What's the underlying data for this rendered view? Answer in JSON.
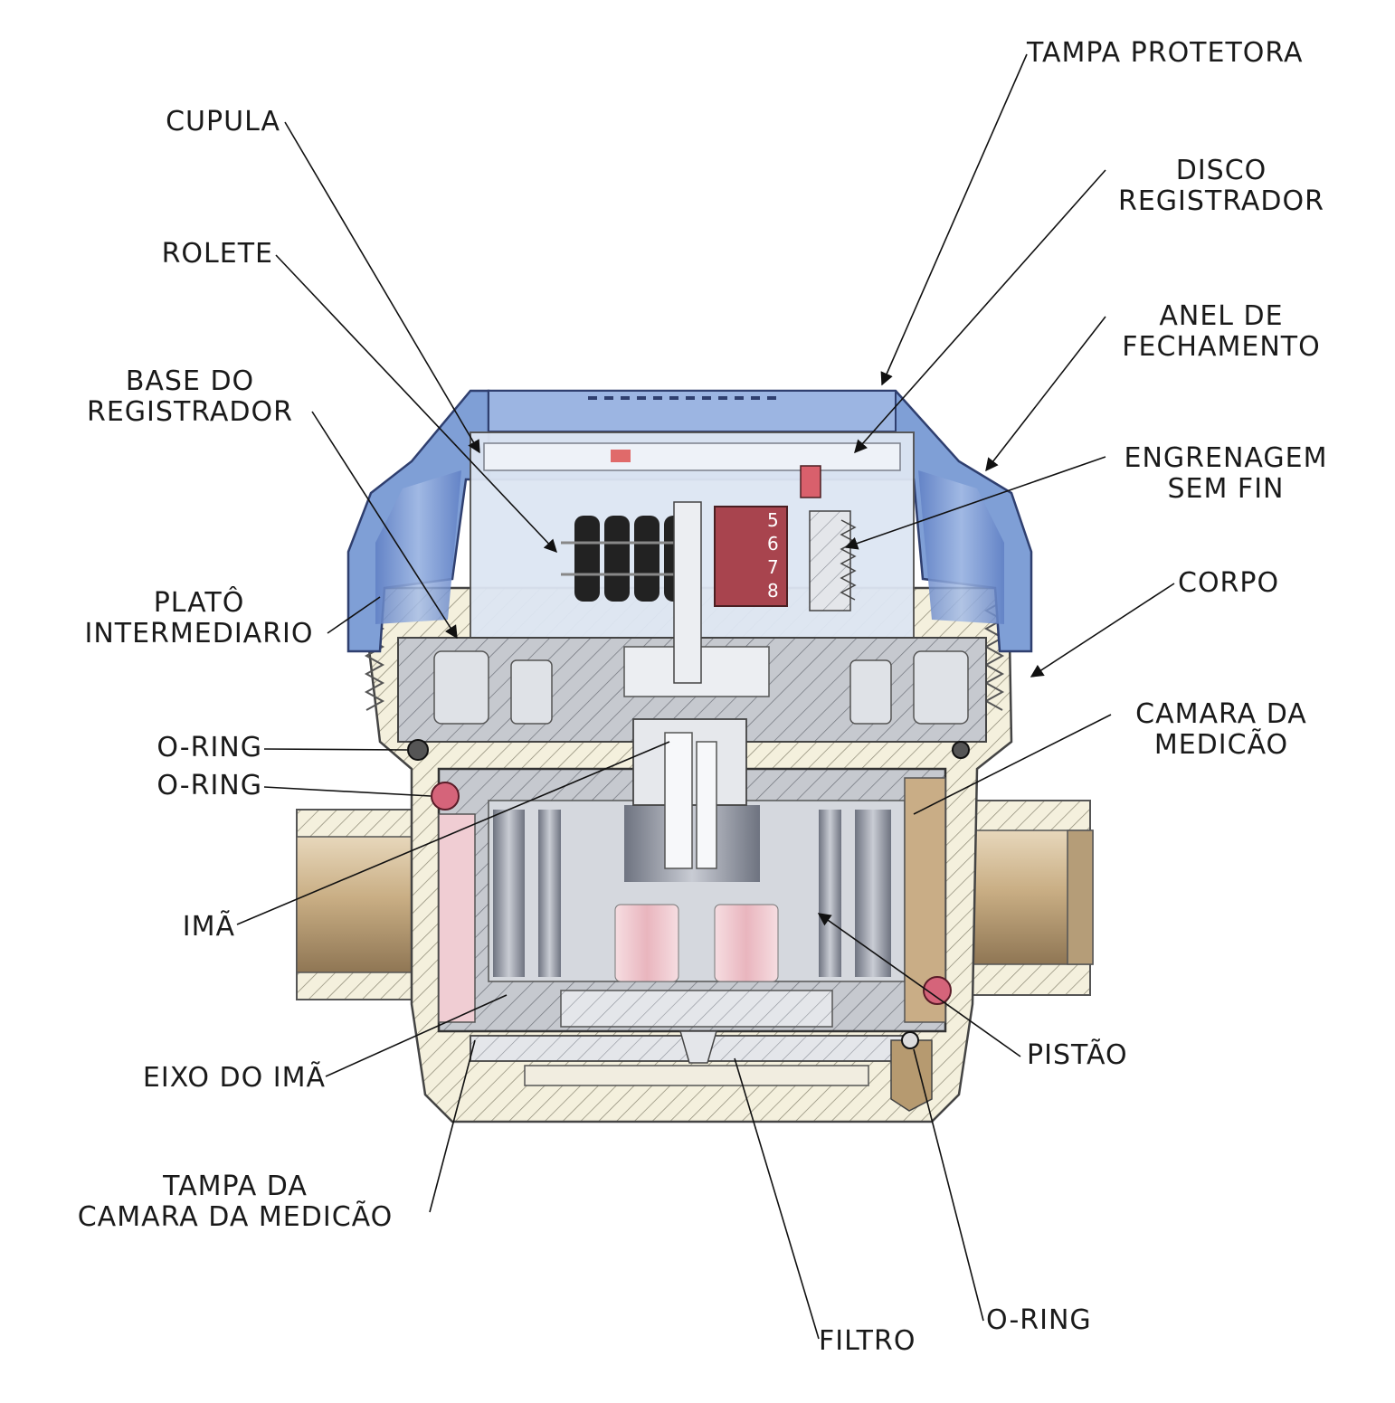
{
  "diagram": {
    "labels": {
      "tampa_protetora": "TAMPA PROTETORA",
      "cupula": "CUPULA",
      "disco_registrador": [
        "DISCO",
        "REGISTRADOR"
      ],
      "rolete": "ROLETE",
      "anel_de_fechamento": [
        "ANEL DE",
        "FECHAMENTO"
      ],
      "base_do_registrador": [
        "BASE DO",
        "REGISTRADOR"
      ],
      "engrenagem_sem_fin": [
        "ENGRENAGEM",
        "SEM FIN"
      ],
      "plato_intermediario": [
        "PLATÔ",
        "INTERMEDIARIO"
      ],
      "corpo": "CORPO",
      "o_ring_upper": "O-RING",
      "o_ring_second": "O-RING",
      "camara_da_medicao": [
        "CAMARA DA",
        "MEDICÃO"
      ],
      "ima": "IMÃ",
      "eixo_do_ima": "EIXO DO IMÃ",
      "pistao": "PISTÃO",
      "tampa_da_camara": [
        "TAMPA DA",
        "CAMARA DA MEDICÃO"
      ],
      "filtro": "FILTRO",
      "o_ring_bottom": "O-RING"
    },
    "register_digits": [
      "5",
      "6",
      "7",
      "8"
    ],
    "colors": {
      "cap_blue": "#7f9fd6",
      "cap_blue_dark": "#4f6fb4",
      "body_hatch": "#f3efdc",
      "brass": "#c9b38f",
      "pink": "#f2c9cf",
      "gray": "#b8bcc4",
      "o_ring_red": "#d5647a"
    }
  }
}
